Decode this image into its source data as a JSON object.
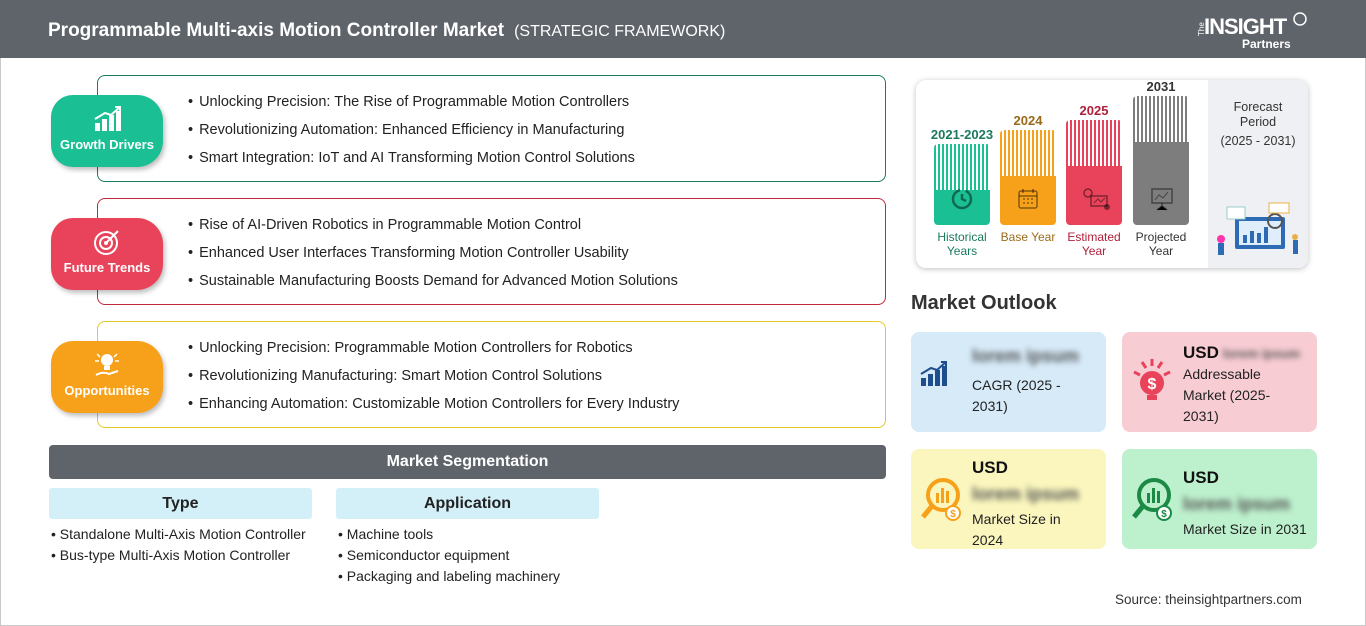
{
  "header": {
    "title": "Programmable Multi-axis Motion Controller Market",
    "subtitle": "(STRATEGIC FRAMEWORK)",
    "logo_text": "The INSIGHT Partners"
  },
  "sections": [
    {
      "label": "Growth Drivers",
      "color": "#1bbf94",
      "border": "#1c7a5e",
      "icon": "growth-chart-icon",
      "items": [
        "Unlocking Precision: The Rise of Programmable Motion Controllers",
        "Revolutionizing Automation: Enhanced Efficiency in Manufacturing",
        "Smart Integration: IoT and AI Transforming Motion Control Solutions"
      ]
    },
    {
      "label": "Future Trends",
      "color": "#e8435a",
      "border": "#c0283e",
      "icon": "target-icon",
      "items": [
        "Rise of AI-Driven Robotics in Programmable Motion Control",
        "Enhanced User Interfaces Transforming Motion Controller Usability",
        "Sustainable Manufacturing Boosts Demand for Advanced Motion Solutions"
      ]
    },
    {
      "label": "Opportunities",
      "color": "#f7a11a",
      "border": "#e5c92a",
      "icon": "lightbulb-hand-icon",
      "items": [
        "Unlocking Precision: Programmable Motion Controllers for Robotics",
        "Revolutionizing Manufacturing: Smart Motion Control Solutions",
        "Enhancing Automation: Customizable Motion Controllers for Every Industry"
      ]
    }
  ],
  "segmentation": {
    "title": "Market Segmentation",
    "columns": [
      {
        "header": "Type",
        "items": [
          "Standalone Multi-Axis Motion Controller",
          "Bus-type Multi-Axis Motion Controller"
        ]
      },
      {
        "header": "Application",
        "items": [
          "Machine tools",
          "Semiconductor equipment",
          "Packaging and labeling machinery"
        ]
      }
    ]
  },
  "timeline": {
    "bars": [
      {
        "year": "2021-2023",
        "label": "Historical Years",
        "color": "#1bbf94",
        "text": "#1a7a5e",
        "icon": "history-clock-icon"
      },
      {
        "year": "2024",
        "label": "Base Year",
        "color": "#f7a11a",
        "text": "#9a6a1a",
        "icon": "calendar-icon"
      },
      {
        "year": "2025",
        "label": "Estimated Year",
        "color": "#e8435a",
        "text": "#b0203a",
        "icon": "gear-monitor-icon"
      },
      {
        "year": "2031",
        "label": "Projected Year",
        "color": "#7d7d7d",
        "text": "#333333",
        "icon": "presentation-chart-icon"
      }
    ],
    "forecast": {
      "title": "Forecast Period",
      "range": "(2025 - 2031)"
    }
  },
  "outlook": {
    "title": "Market Outlook",
    "cards": [
      {
        "prefix": "",
        "value": "lorem ipsum",
        "label": "CAGR (2025 - 2031)",
        "bg": "#d6eaf8",
        "icon": "growth-chart-icon"
      },
      {
        "prefix": "USD",
        "value": "lorem ipsum",
        "label": "Addressable Market (2025-2031)",
        "bg": "#f8ccd3",
        "icon": "dollar-bulb-icon"
      },
      {
        "prefix": "USD",
        "value": "lorem ipsum",
        "label": "Market Size in 2024",
        "bg": "#faf6bd",
        "icon": "magnifier-dollar-icon"
      },
      {
        "prefix": "USD",
        "value": "lorem ipsum",
        "label": "Market Size in 2031",
        "bg": "#bdf0cd",
        "icon": "magnifier-dollar-icon"
      }
    ]
  },
  "source": "Source: theinsightpartners.com"
}
